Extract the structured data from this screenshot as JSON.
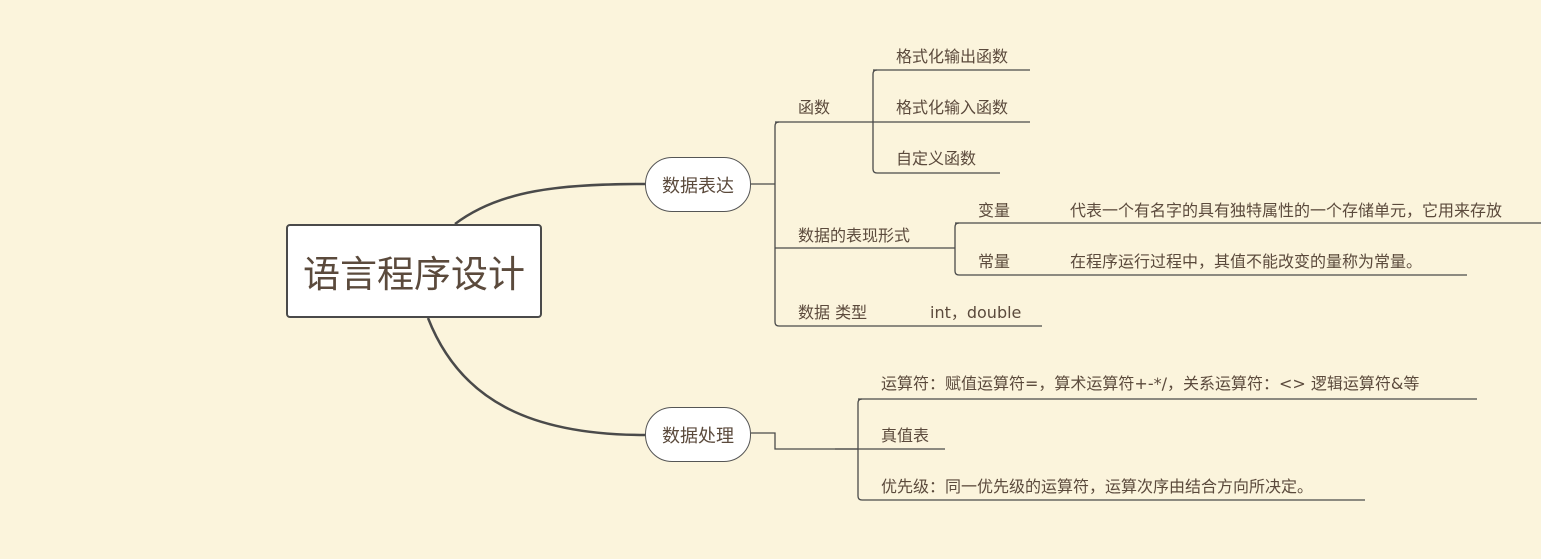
{
  "root": "语言程序设计",
  "branches": {
    "expr": {
      "label": "数据表达",
      "func": {
        "label": "函数",
        "children": [
          "格式化输出函数",
          "格式化输入函数",
          "自定义函数"
        ]
      },
      "forms": {
        "label": "数据的表现形式",
        "var": {
          "label": "变量",
          "desc": "代表一个有名字的具有独特属性的一个存储单元，它用来存放"
        },
        "const": {
          "label": "常量",
          "desc": "在程序运行过程中，其值不能改变的量称为常量。"
        }
      },
      "types": {
        "label": "数据 类型",
        "value": "int，double"
      }
    },
    "proc": {
      "label": "数据处理",
      "children": [
        "运算符：赋值运算符=，算术运算符+-*/，关系运算符：<> 逻辑运算符&等",
        "真值表",
        "优先级：同一优先级的运算符，运算次序由结合方向所决定。"
      ]
    }
  },
  "colors": {
    "background": "#fbf4dc",
    "line": "#4a4a4a"
  }
}
